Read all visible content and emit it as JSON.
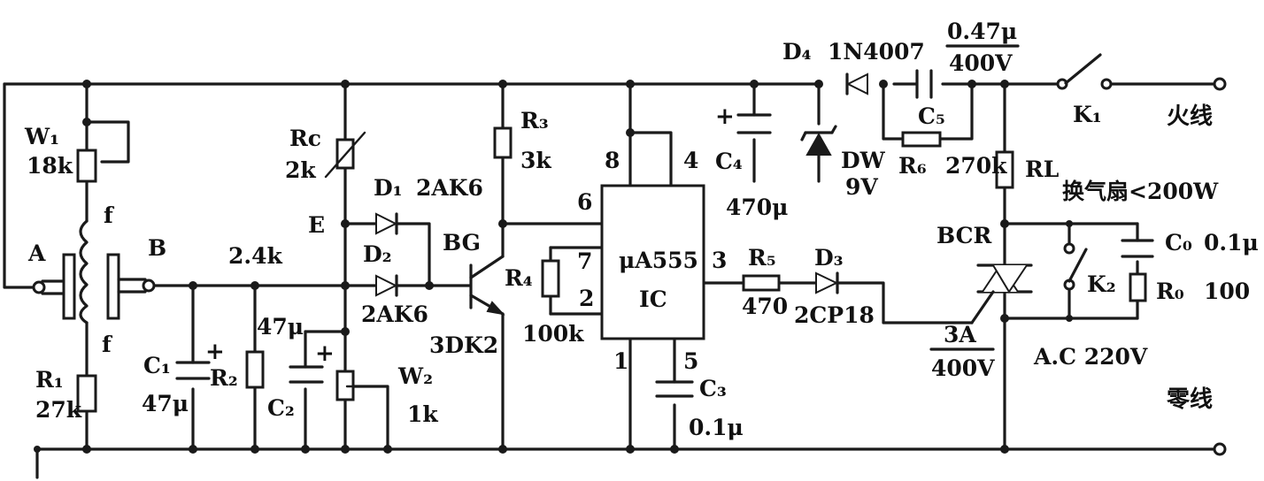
{
  "labels": {
    "w1_name": "W₁",
    "w1_val": "18k",
    "coil_top": "f",
    "coil_bot": "f",
    "node_a": "A",
    "node_b": "B",
    "r1_name": "R₁",
    "r1_val": "27k",
    "c1_name": "C₁",
    "c1_val": "47μ",
    "plus": "+",
    "r2_name": "R₂",
    "r2_val": "2.4k",
    "c2_name": "C₂",
    "c2_val": "47μ",
    "rc_name": "Rc",
    "rc_val": "2k",
    "node_e": "E",
    "d1_name": "D₁",
    "d1_type": "2AK6",
    "d2_name": "D₂",
    "d2_type": "2AK6",
    "w2_name": "W₂",
    "w2_val": "1k",
    "bg_name": "BG",
    "bg_type": "3DK2",
    "r3_name": "R₃",
    "r3_val": "3k",
    "r4_name": "R₄",
    "r4_val": "100k",
    "ic_name": "μA555",
    "ic_ref": "IC",
    "pin8": "8",
    "pin4": "4",
    "pin6": "6",
    "pin7": "7",
    "pin2": "2",
    "pin3": "3",
    "pin1": "1",
    "pin5": "5",
    "c3_name": "C₃",
    "c3_val": "0.1μ",
    "c4_name": "C₄",
    "c4_val": "470μ",
    "r5_name": "R₅",
    "r5_val": "470",
    "d3_name": "D₃",
    "d3_type": "2CP18",
    "d4_name": "D₄",
    "d4_type": "1N4007",
    "dw_name": "DW",
    "dw_val": "9V",
    "c5_name": "C₅",
    "c5_val_top": "0.47μ",
    "c5_val_bot": "400V",
    "r6_name": "R₆",
    "r6_val": "270k",
    "rl_name": "RL",
    "fan_note": "换气扇<200W",
    "bcr_name": "BCR",
    "bcr_top": "3A",
    "bcr_bot": "400V",
    "c0_name": "C₀",
    "c0_val": "0.1μ",
    "r0_name": "R₀",
    "r0_val": "100",
    "k1_name": "K₁",
    "k2_name": "K₂",
    "live": "火线",
    "neutral": "零线",
    "supply": "A.C  220V"
  }
}
